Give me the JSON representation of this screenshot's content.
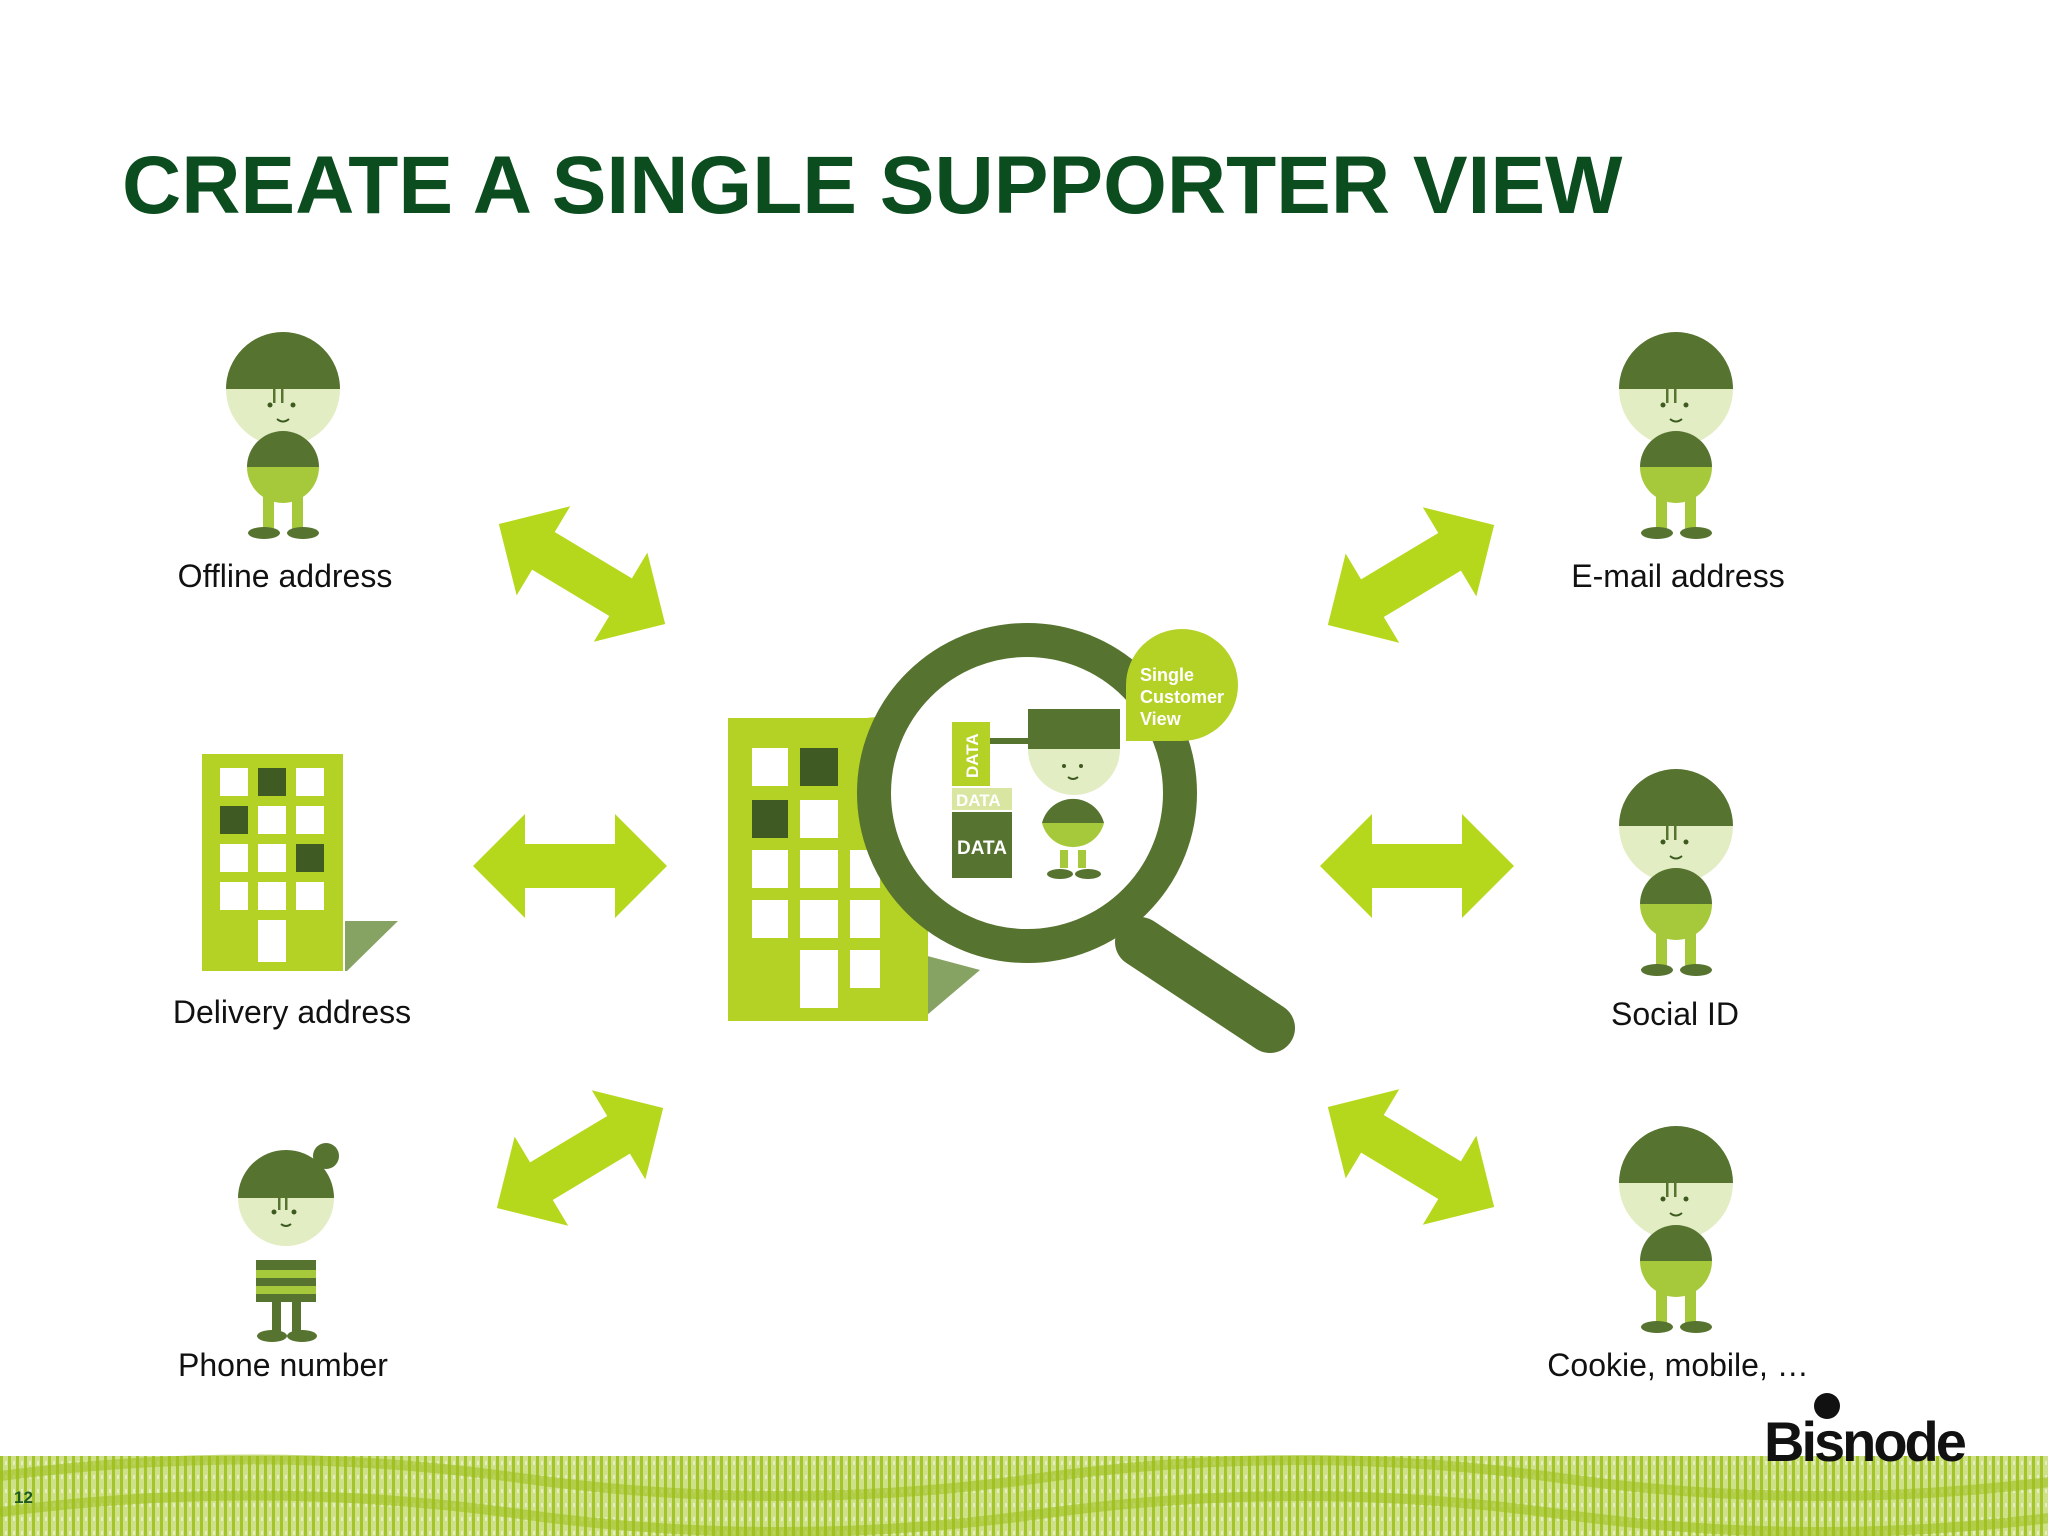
{
  "slide": {
    "title": "CREATE A SINGLE SUPPORTER VIEW",
    "page_number": "12"
  },
  "sources": [
    {
      "label": "Offline address",
      "icon": "person-icon"
    },
    {
      "label": "Delivery address",
      "icon": "building-icon"
    },
    {
      "label": "Phone number",
      "icon": "girl-person-icon"
    },
    {
      "label": "E-mail address",
      "icon": "person-icon"
    },
    {
      "label": "Social ID",
      "icon": "person-icon"
    },
    {
      "label": "Cookie, mobile, …",
      "icon": "person-icon"
    }
  ],
  "center": {
    "bubble_line1": "Single",
    "bubble_line2": "Customer",
    "bubble_line3": "View",
    "data_tag_vertical": "DATA",
    "data_tag_small": "DATA",
    "data_tag_large": "DATA",
    "icons": [
      "building-icon",
      "magnifier-icon",
      "person-icon"
    ]
  },
  "logo": {
    "text": "Bisnode"
  },
  "colors": {
    "title": "#0b4d1e",
    "dark_green": "#56732f",
    "lime": "#b4d125",
    "arrow": "#b5d81c",
    "skin": "#e3edc4",
    "light_green": "#a6c93b"
  }
}
